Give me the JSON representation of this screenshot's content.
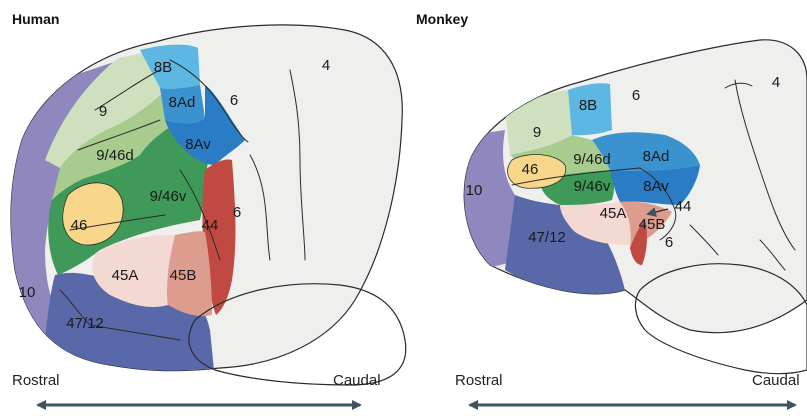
{
  "panels": [
    {
      "title": "Human",
      "rostral": "Rostral",
      "caudal": "Caudal",
      "regions": {
        "r8B": "8B",
        "r8Ad": "8Ad",
        "r9": "9",
        "r946d": "9/46d",
        "r8Av": "8Av",
        "r4": "4",
        "r6a": "6",
        "r6b": "6",
        "r946v": "9/46v",
        "r46": "46",
        "r44": "44",
        "r45A": "45A",
        "r45B": "45B",
        "r10": "10",
        "r4712": "47/12"
      }
    },
    {
      "title": "Monkey",
      "rostral": "Rostral",
      "caudal": "Caudal",
      "regions": {
        "r8B": "8B",
        "r6a": "6",
        "r4": "4",
        "r9": "9",
        "r8Ad": "8Ad",
        "r946d": "9/46d",
        "r46": "46",
        "r10": "10",
        "r946v": "9/46v",
        "r8Av": "8Av",
        "r44": "44",
        "r45A": "45A",
        "r45B": "45B",
        "r6b": "6",
        "r4712": "47/12"
      }
    }
  ],
  "colors": {
    "brain_base": "#efefed",
    "area_10": "#9087bf",
    "area_47_12": "#5868a8",
    "area_9": "#cfe0be",
    "area_9_46d": "#a8cc8e",
    "area_9_46v": "#3f9a5a",
    "area_46": "#f8d68a",
    "area_8B": "#5eb6e2",
    "area_8Ad": "#3a93cf",
    "area_8Av": "#2a7cc4",
    "area_44": "#c04a42",
    "area_45A": "#f4d8d2",
    "area_45B": "#dd9d8e",
    "axis_arrow": "#3e5560"
  }
}
